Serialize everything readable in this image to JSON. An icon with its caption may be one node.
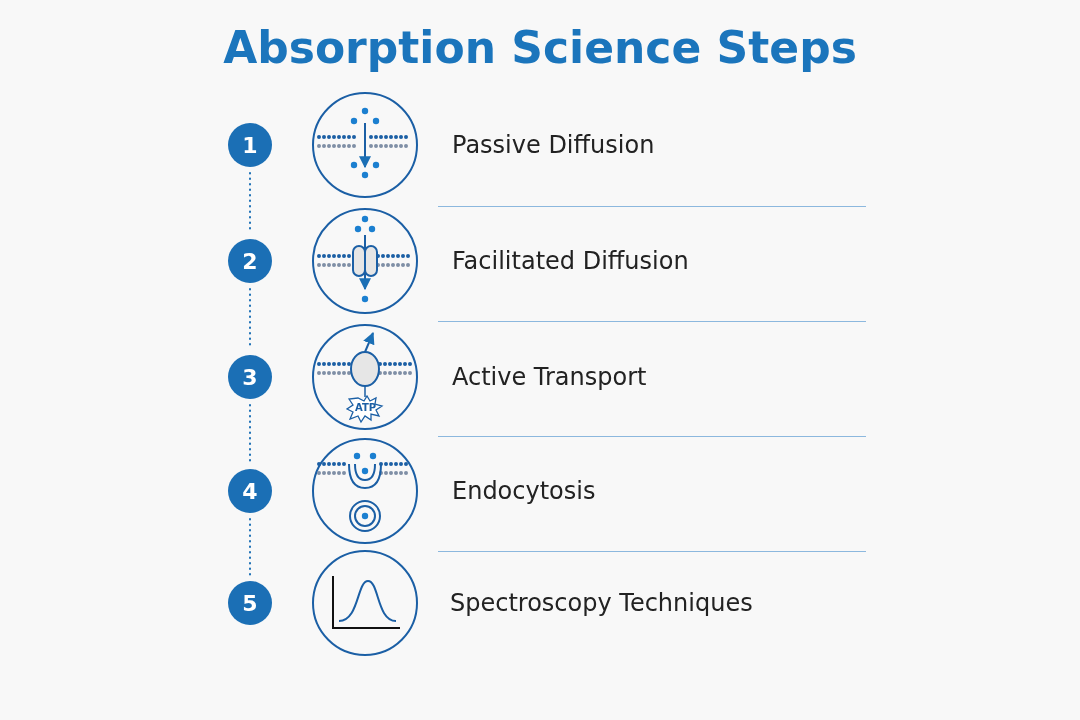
{
  "diagram": {
    "title": "Absorption Science Steps",
    "nodes": [
      {
        "text": [
          "1"
        ]
      },
      {
        "text": [
          "2"
        ]
      },
      {
        "text": [
          "3"
        ]
      },
      {
        "text": [
          "4"
        ]
      },
      {
        "text": [
          "5"
        ]
      }
    ],
    "edges": [
      {
        "from": 0,
        "to": 1,
        "arrow": "none",
        "style": "dashed"
      },
      {
        "from": 1,
        "to": 2,
        "arrow": "none",
        "style": "dashed"
      },
      {
        "from": 2,
        "to": 3,
        "arrow": "none",
        "style": "dashed"
      },
      {
        "from": 3,
        "to": 4,
        "arrow": "none",
        "style": "dashed"
      }
    ],
    "labels": [
      "Passive Diffusion",
      "Facilitated Diffusion",
      "Active Transport",
      "ATP",
      "Endocytosis",
      "Spectroscopy Techniques"
    ]
  }
}
